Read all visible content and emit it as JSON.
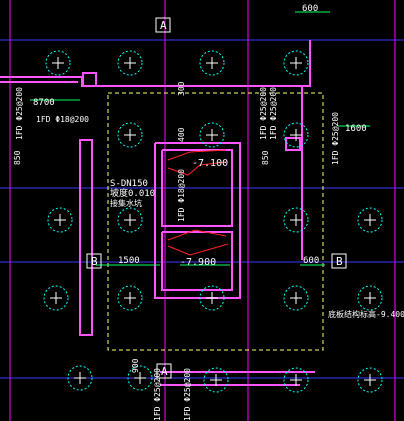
{
  "drawing": {
    "axis_labels": {
      "a_top": "A",
      "a_bottom": "A",
      "b_left": "B",
      "b_right": "B"
    },
    "dimensions": {
      "d600_top": "600",
      "d8700": "8700",
      "d1600": "1600",
      "d1500": "1500",
      "d600_right": "600",
      "d300": "300",
      "d400": "400",
      "d900": "900",
      "d850a": "850",
      "d850b": "850"
    },
    "rebar": {
      "left_v": "1FD Φ25@200",
      "left_h": "1FD Φ18@200",
      "center_v1": "1FD Φ18@200",
      "right_v1": "1FD Φ25@200",
      "right_v2": "1FD Φ25@200",
      "right_v3": "1FD Φ25@200",
      "bottom_v": "1FD Φ25@200",
      "bottom_h": "1FD Φ25@200"
    },
    "elevations": {
      "e1": "-7.100",
      "e2": "-7.900"
    },
    "notes": {
      "pipe": "S-DN150",
      "slope": "坡度0.010",
      "drain": "接集水坑",
      "pit_bottom": "底板结构标高-9.400"
    }
  }
}
